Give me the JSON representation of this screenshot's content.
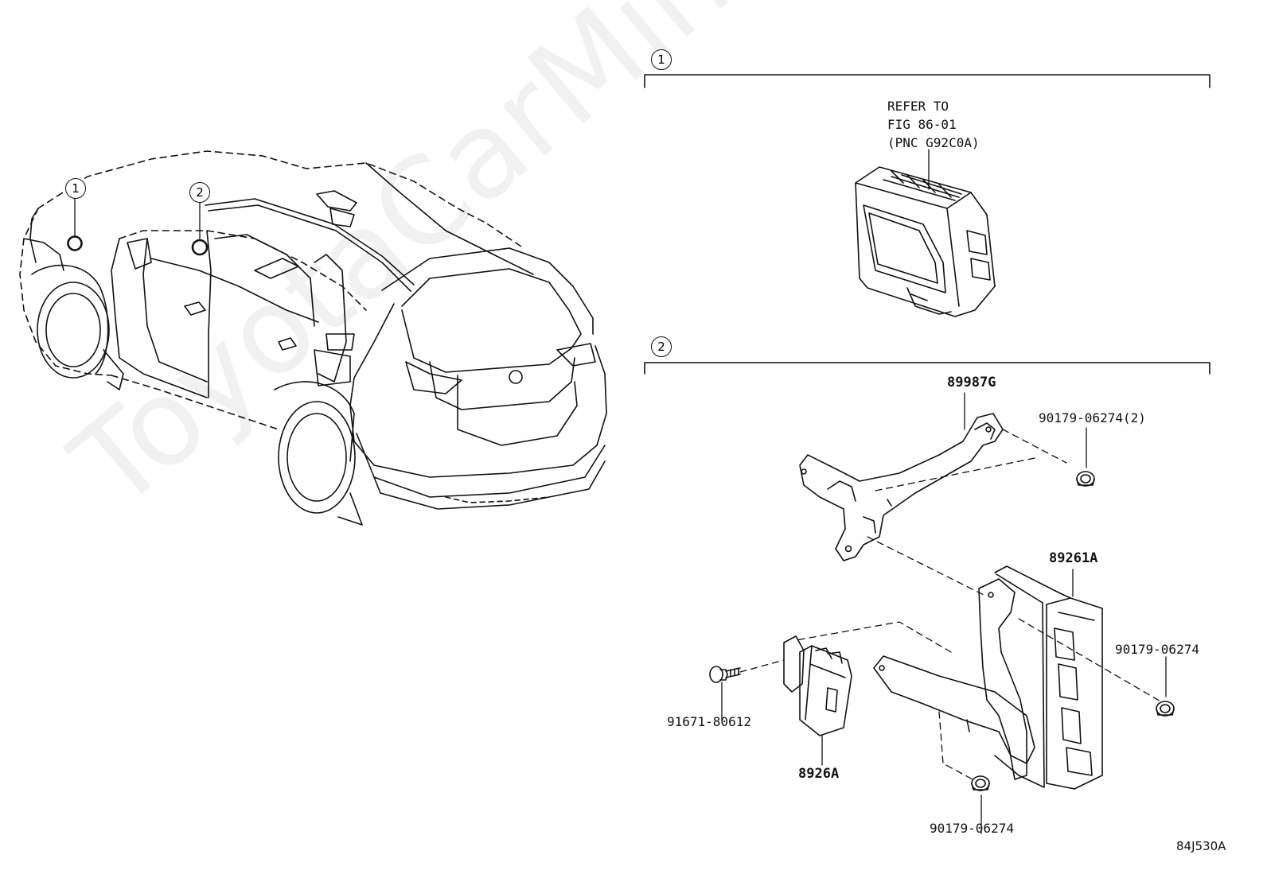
{
  "watermark": "ToyotaCarMine.ru",
  "diagram_code": "84J530A",
  "callouts": {
    "one": "1",
    "two": "2"
  },
  "reference_note": {
    "line1": "REFER TO",
    "line2": "FIG 86-01",
    "line3": "(PNC G92C0A)"
  },
  "parts": {
    "bracket": "89987G",
    "nut_top": "90179-06274(2)",
    "ecu": "89261A",
    "nut_right": "90179-06274",
    "bolt": "91671-80612",
    "module": "8926A",
    "nut_bottom": "90179-06274"
  }
}
